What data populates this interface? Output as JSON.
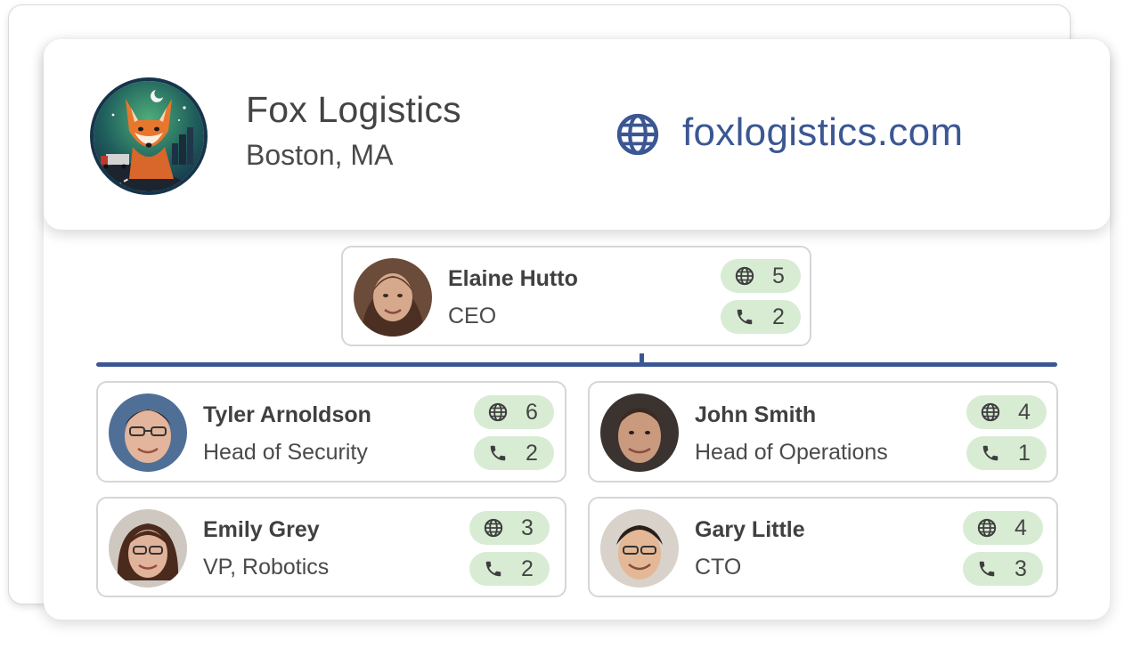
{
  "company": {
    "name": "Fox Logistics",
    "location": "Boston, MA",
    "website": "foxlogistics.com",
    "logo_icon": "fox-logo",
    "accent_color": "#3b5793"
  },
  "badge_color": "#d8ecd4",
  "people": [
    {
      "name": "Elaine Hutto",
      "title": "CEO",
      "web_count": "5",
      "phone_count": "2"
    },
    {
      "name": "Tyler Arnoldson",
      "title": "Head of Security",
      "web_count": "6",
      "phone_count": "2"
    },
    {
      "name": "John Smith",
      "title": "Head of Operations",
      "web_count": "4",
      "phone_count": "1"
    },
    {
      "name": "Emily Grey",
      "title": "VP, Robotics",
      "web_count": "3",
      "phone_count": "2"
    },
    {
      "name": "Gary Little",
      "title": "CTO",
      "web_count": "4",
      "phone_count": "3"
    }
  ]
}
